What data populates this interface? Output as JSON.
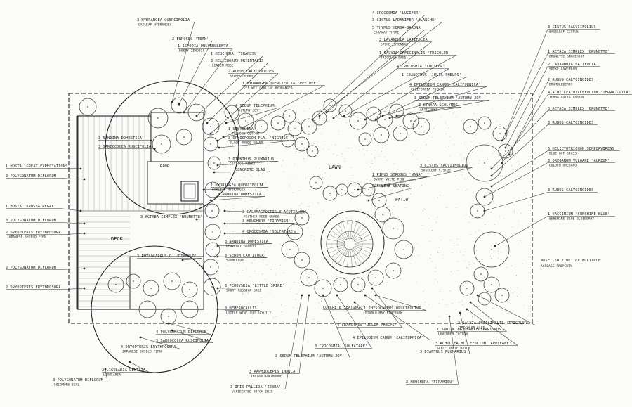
{
  "drawing": {
    "lawn_label": "LAWN",
    "deck_label": "DECK",
    "patio_label": "PATIO",
    "ramp_label": "RAMP",
    "plan_note": [
      "NOTE: 50'x100' or MULTIPLE",
      "ACREAGE PROPERTY"
    ]
  },
  "labels": [
    {
      "text": "3 HYDRANGEA QUERCIFOLIA",
      "sub": "OAKLEAF HYDRANGEA"
    },
    {
      "text": "2 ENROSES 'TERN'",
      "sub": ""
    },
    {
      "text": "1 ISPODIA PULVERULENTA",
      "sub": "DUSTY ZENOBIA"
    },
    {
      "text": "1 HEUCHERA 'TIRAMISU'",
      "sub": ""
    },
    {
      "text": "3 HELLEBORUS ORIENTALIS",
      "sub": "LENTEN ROSE"
    },
    {
      "text": "2 RUBUS CALYCINOIDES",
      "sub": "BRAMBLEBERRY"
    },
    {
      "text": "1 HYDRANGEA QUERCIFOLIA 'PEE WEE'",
      "sub": "PEE WEE OAKLEAF HYDRANGEA"
    },
    {
      "text": "4 SEDUM TELEPHIUM",
      "sub": "'AUTUMN JOY'"
    },
    {
      "text": "1 SANTOLINA",
      "sub": "LAVENDER COTTON"
    },
    {
      "text": "3 OPHIOPOGON PLA. 'NIGRESC'",
      "sub": "BLACK MONDO GRASS"
    },
    {
      "text": "3 NANDINA DOMESTICA",
      "sub": ""
    },
    {
      "text": "3 SARCOCOCCA RUSCIFOLIA",
      "sub": ""
    },
    {
      "text": "1 HOSTA 'GREAT EXPECTATIONS'",
      "sub": ""
    },
    {
      "text": "2 POLYGONATUM DIFLORUM",
      "sub": ""
    },
    {
      "text": "3 DIANTHUS PLUMARIUS",
      "sub": "COTTAGE PINKS"
    },
    {
      "text": "CONCRETE SLAB",
      "sub": ""
    },
    {
      "text": "1 HYDRANGEA QUERCIFOLIA",
      "sub": "OAKLEAF HYDRANGEA"
    },
    {
      "text": "3 NANDINA DOMESTICA",
      "sub": ""
    },
    {
      "text": "1 HOSTA 'KROSSA REGAL'",
      "sub": ""
    },
    {
      "text": "3 POLYGONATUM DIFLORUM",
      "sub": ""
    },
    {
      "text": "2 DRYOPTERIS ERYTHROSORA",
      "sub": "JAPANESE SHIELD FERN"
    },
    {
      "text": "3 ACTAEA SIMPLEX 'BRUNETTE'",
      "sub": ""
    },
    {
      "text": "3 CALAMAGROSTIS X ACUTIFLORA",
      "sub": "FEATHER REED GRASS"
    },
    {
      "text": "3 HEUCHERA 'TIRAMISU'",
      "sub": ""
    },
    {
      "text": "4 CROCOSMIA 'SOLFATARE'",
      "sub": ""
    },
    {
      "text": "3 NANDINA DOMESTICA",
      "sub": "HEAVENLY BAMBOO"
    },
    {
      "text": "3 SEDUM CAUTICOLA",
      "sub": "STONECROP"
    },
    {
      "text": "3 PHYSOCARPUS O. 'DIABOLO'",
      "sub": ""
    },
    {
      "text": "2 POLYGONATUM DIFLORUM",
      "sub": ""
    },
    {
      "text": "2 DRYOPTERIS ERYTHROSORA",
      "sub": ""
    },
    {
      "text": "3 PEROVSKIA 'LITTLE SPIRE'",
      "sub": "SHORT RUSSIAN SAGE"
    },
    {
      "text": "3 HEMEROCALLIS",
      "sub": "LITTLE WINE CUP DAYLILY"
    },
    {
      "text": "4 POLYGONATUM DIFLORUM",
      "sub": ""
    },
    {
      "text": "3 SARCOCOCCA RUSCIFOLIA",
      "sub": ""
    },
    {
      "text": "4 DRYOPTERIS ERYTHROSORA",
      "sub": "JAPANESE SHIELD FERN"
    },
    {
      "text": "3 LIGULARIA DENTATA",
      "sub": "LIGULARIA"
    },
    {
      "text": "3 POLYGONATUM BIFLORUM",
      "sub": "SOLOMONS SEAL"
    },
    {
      "text": "3 IRIS PALLIDA 'ZEBRA'",
      "sub": "VARIEGATED DUTCH IRIS"
    },
    {
      "text": "3 RAPHIOLEPIS INDICA",
      "sub": "INDIAN HAWTHORNE"
    },
    {
      "text": "3 SEDUM TELEPHIUM 'AUTUMN JOY'",
      "sub": ""
    },
    {
      "text": "3 CROCOSMIA 'SOLFATARE'",
      "sub": ""
    },
    {
      "text": "CONCRETE SEATING",
      "sub": ""
    },
    {
      "text": "4 EPILOBIUM CANUM 'CALIFORNICA'",
      "sub": ""
    },
    {
      "text": "4 CEANOTHUS 'JULIA PHELPS'",
      "sub": ""
    },
    {
      "text": "1 PHYSOCARPUS OPULIFOLIUS",
      "sub": "DIABLO MAY NINEBARK"
    },
    {
      "text": "1 PINUS STROBUS 'NANA'",
      "sub": "DWARF WHITE PINE"
    },
    {
      "text": "CONCRETE SEATING",
      "sub": ""
    },
    {
      "text": "3 CISTUS SALVIIFOLIUS",
      "sub": "SAGELEAF CISTUS"
    },
    {
      "text": "4 CROCOSMIA 'LUCIFER'",
      "sub": ""
    },
    {
      "text": "3 CISTUS LADANIFER 'BLANCHE'",
      "sub": ""
    },
    {
      "text": "5 THYMUS HERBA-BARONA",
      "sub": "CARAWAY THYME"
    },
    {
      "text": "3 LAVANDULA LATIFOLIA",
      "sub": "SPIKE LAVENDAR"
    },
    {
      "text": "1 SALVIA OFFICINALIS 'TRICOLOR'",
      "sub": "TRICOLOR SAGE"
    },
    {
      "text": "4 CROCOSMIA 'LUCIFER'",
      "sub": ""
    },
    {
      "text": "1 CEANOTHUS 'JULIA PHELPS'",
      "sub": ""
    },
    {
      "text": "4 EPILOBIUM CANUM 'CALIFORNICA'",
      "sub": "CALIFORNIA FUCHIA"
    },
    {
      "text": "3 SEDUM TELEPHIUM 'AUTUMN JOY'",
      "sub": ""
    },
    {
      "text": "3 CYNARA SCOLYMUS",
      "sub": "ARTICHOKE"
    },
    {
      "text": "3 CISTUS SALVIIFOLIUS",
      "sub": "SAGELEAF CISTUS"
    },
    {
      "text": "1 ACTAEA SIMPLEX 'BRUNETTE'",
      "sub": "BRUNETTE SNAKEROOT"
    },
    {
      "text": "2 LAVANDULA LATIFOLIA",
      "sub": "SPIKE LAVENDAR"
    },
    {
      "text": "2 RUBUS CALYCINOIDES",
      "sub": "BRAMBLEBERRY"
    },
    {
      "text": "4 ACHILLEA MILLEFOLIUM 'TERRA COTTA'",
      "sub": "TERRA COTTA YARROW"
    },
    {
      "text": "5 ACTAEA SIMPLEX 'BRUNETTE'",
      "sub": ""
    },
    {
      "text": "3 RUBUS CALYCINOIDES",
      "sub": ""
    },
    {
      "text": "6 HELICTOTRICHON SEMPERVIRENS",
      "sub": "BLUE OAT GRASS"
    },
    {
      "text": "3 OREGANUM VULGARE 'AUREUM'",
      "sub": "GOLDEN OREGANO"
    },
    {
      "text": "3 RUBUS CALYCINOIDES",
      "sub": ""
    },
    {
      "text": "1 VACCINIUM 'SUNSHINE BLUE'",
      "sub": "SUNSHINE BLUE BLUEBERRY"
    },
    {
      "text": "3 SALVIA OFFICINALIS 'TRICOLOR'",
      "sub": "TRICOLOR SAGE"
    },
    {
      "text": "1 SANTOLINA CHAMAECYPARISSUS",
      "sub": "LAVENDER COTTON"
    },
    {
      "text": "3 ACHILLEA MILLEFOLIUM 'APPLEANE'",
      "sub": "APPLE ANNIE DAILY"
    },
    {
      "text": "3 DIANTHUS PLUMARIUS",
      "sub": ""
    },
    {
      "text": "2 HEUCHERA 'TIRAMISU'",
      "sub": ""
    }
  ]
}
